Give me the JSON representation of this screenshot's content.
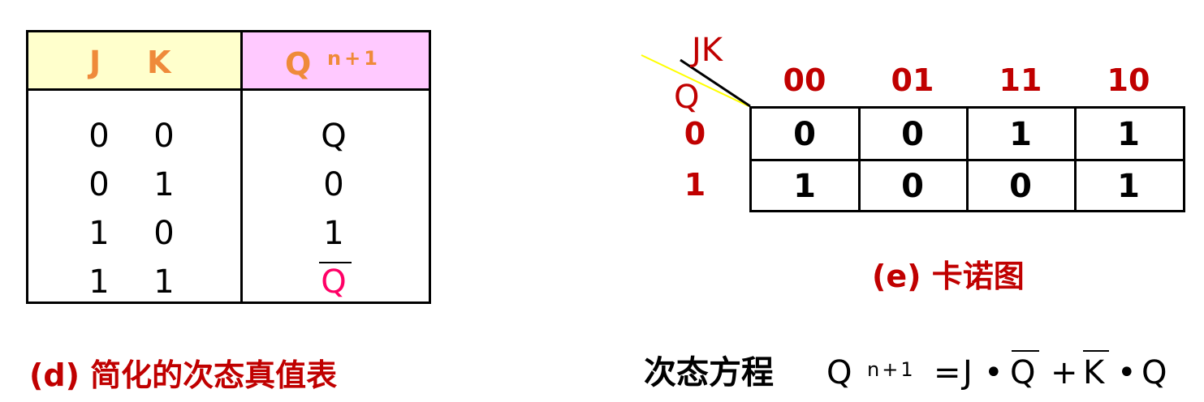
{
  "truth_table": {
    "header_j": "J",
    "header_k": "K",
    "header_q": "Q",
    "header_q_sup": "n+1",
    "rows": [
      {
        "j": "0",
        "k": "0",
        "q": "Q"
      },
      {
        "j": "0",
        "k": "1",
        "q": "0"
      },
      {
        "j": "1",
        "k": "0",
        "q": "1"
      },
      {
        "j": "1",
        "k": "1",
        "q": "Q"
      }
    ],
    "caption": "(d) 简化的次态真值表"
  },
  "karnaugh": {
    "col_var": "JK",
    "row_var": "Q",
    "col_labels": [
      "00",
      "01",
      "11",
      "10"
    ],
    "row_labels": [
      "0",
      "1"
    ],
    "cells": [
      [
        "0",
        "0",
        "1",
        "1"
      ],
      [
        "1",
        "0",
        "0",
        "1"
      ]
    ],
    "caption": "(e) 卡诺图"
  },
  "equation": {
    "label": "次态方程",
    "lhs": "Q",
    "lhs_sup": "n+1",
    "eq": "=",
    "t1": "J",
    "dot1": "•",
    "t2": "Q",
    "plus": "+",
    "t3": "K",
    "dot2": "•",
    "t4": "Q"
  },
  "colors": {
    "header_text": "#ef8a3a",
    "header_jk_bg": "#ffffcc",
    "header_q_bg": "#ffc9ff",
    "caption": "#c00000",
    "q_bar": "#ff0066",
    "diagonal_highlight": "#ffff00"
  }
}
